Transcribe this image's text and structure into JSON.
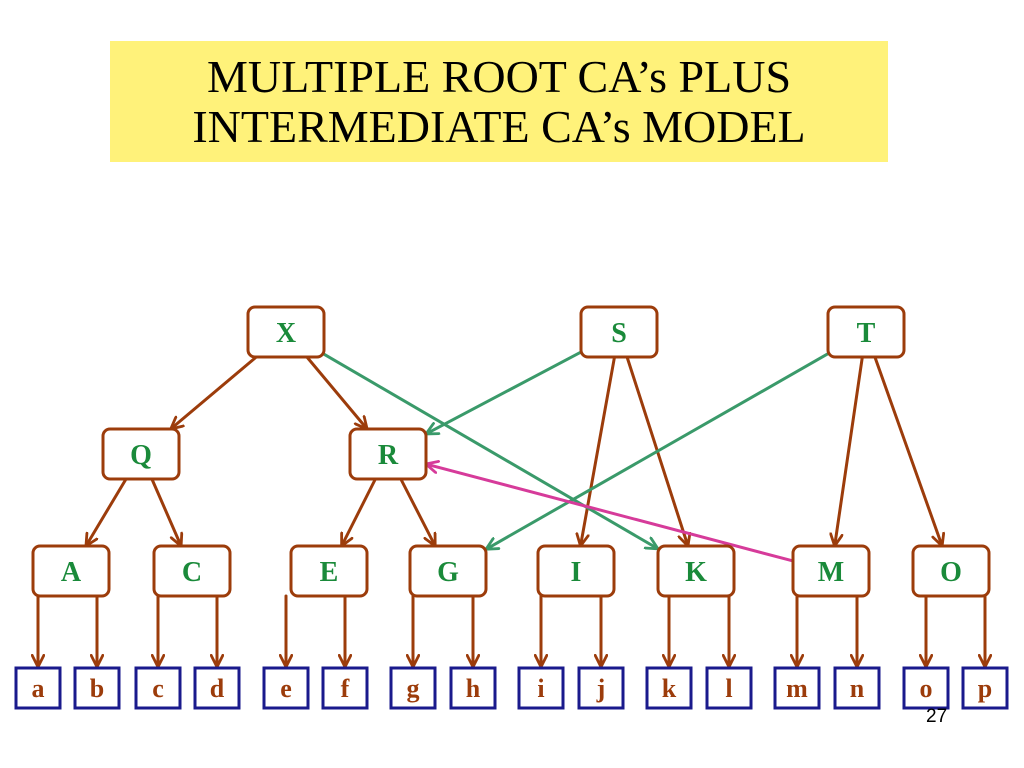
{
  "slide": {
    "title_lines": [
      "MULTIPLE ROOT CA’s PLUS",
      "INTERMEDIATE CA’s MODEL"
    ],
    "page_number": "27"
  },
  "colors": {
    "title_background": "#fff27a",
    "ca_border": "#9c3c0b",
    "ca_label": "#1a8a3a",
    "hierarchy_arrow": "#9c3c0b",
    "cross_cert_arrow": "#3a9a6a",
    "cross_cert_arrow_alt": "#d63b9a",
    "user_border": "#1a1a8c",
    "user_label": "#9c3c0b"
  },
  "diagram": {
    "roots": [
      "X",
      "S",
      "T"
    ],
    "intermediates": [
      "Q",
      "R"
    ],
    "issuing_cas": [
      "A",
      "C",
      "E",
      "G",
      "I",
      "K",
      "M",
      "O"
    ],
    "users": [
      "a",
      "b",
      "c",
      "d",
      "e",
      "f",
      "g",
      "h",
      "i",
      "j",
      "k",
      "l",
      "m",
      "n",
      "o",
      "p"
    ],
    "hierarchy_edges": [
      [
        "X",
        "Q"
      ],
      [
        "X",
        "R"
      ],
      [
        "Q",
        "A"
      ],
      [
        "Q",
        "C"
      ],
      [
        "R",
        "E"
      ],
      [
        "R",
        "G"
      ],
      [
        "S",
        "I"
      ],
      [
        "S",
        "K"
      ],
      [
        "T",
        "M"
      ],
      [
        "T",
        "O"
      ],
      [
        "A",
        "a"
      ],
      [
        "A",
        "b"
      ],
      [
        "C",
        "c"
      ],
      [
        "C",
        "d"
      ],
      [
        "E",
        "e"
      ],
      [
        "E",
        "f"
      ],
      [
        "G",
        "g"
      ],
      [
        "G",
        "h"
      ],
      [
        "I",
        "i"
      ],
      [
        "I",
        "j"
      ],
      [
        "K",
        "k"
      ],
      [
        "K",
        "l"
      ],
      [
        "M",
        "m"
      ],
      [
        "M",
        "n"
      ],
      [
        "O",
        "o"
      ],
      [
        "O",
        "p"
      ]
    ],
    "cross_edges": [
      {
        "from": "X",
        "to": "K",
        "color_key": "cross_cert_arrow"
      },
      {
        "from": "S",
        "to": "R",
        "color_key": "cross_cert_arrow"
      },
      {
        "from": "T",
        "to": "G",
        "color_key": "cross_cert_arrow"
      },
      {
        "from": "M",
        "to": "R",
        "color_key": "cross_cert_arrow_alt"
      }
    ]
  }
}
